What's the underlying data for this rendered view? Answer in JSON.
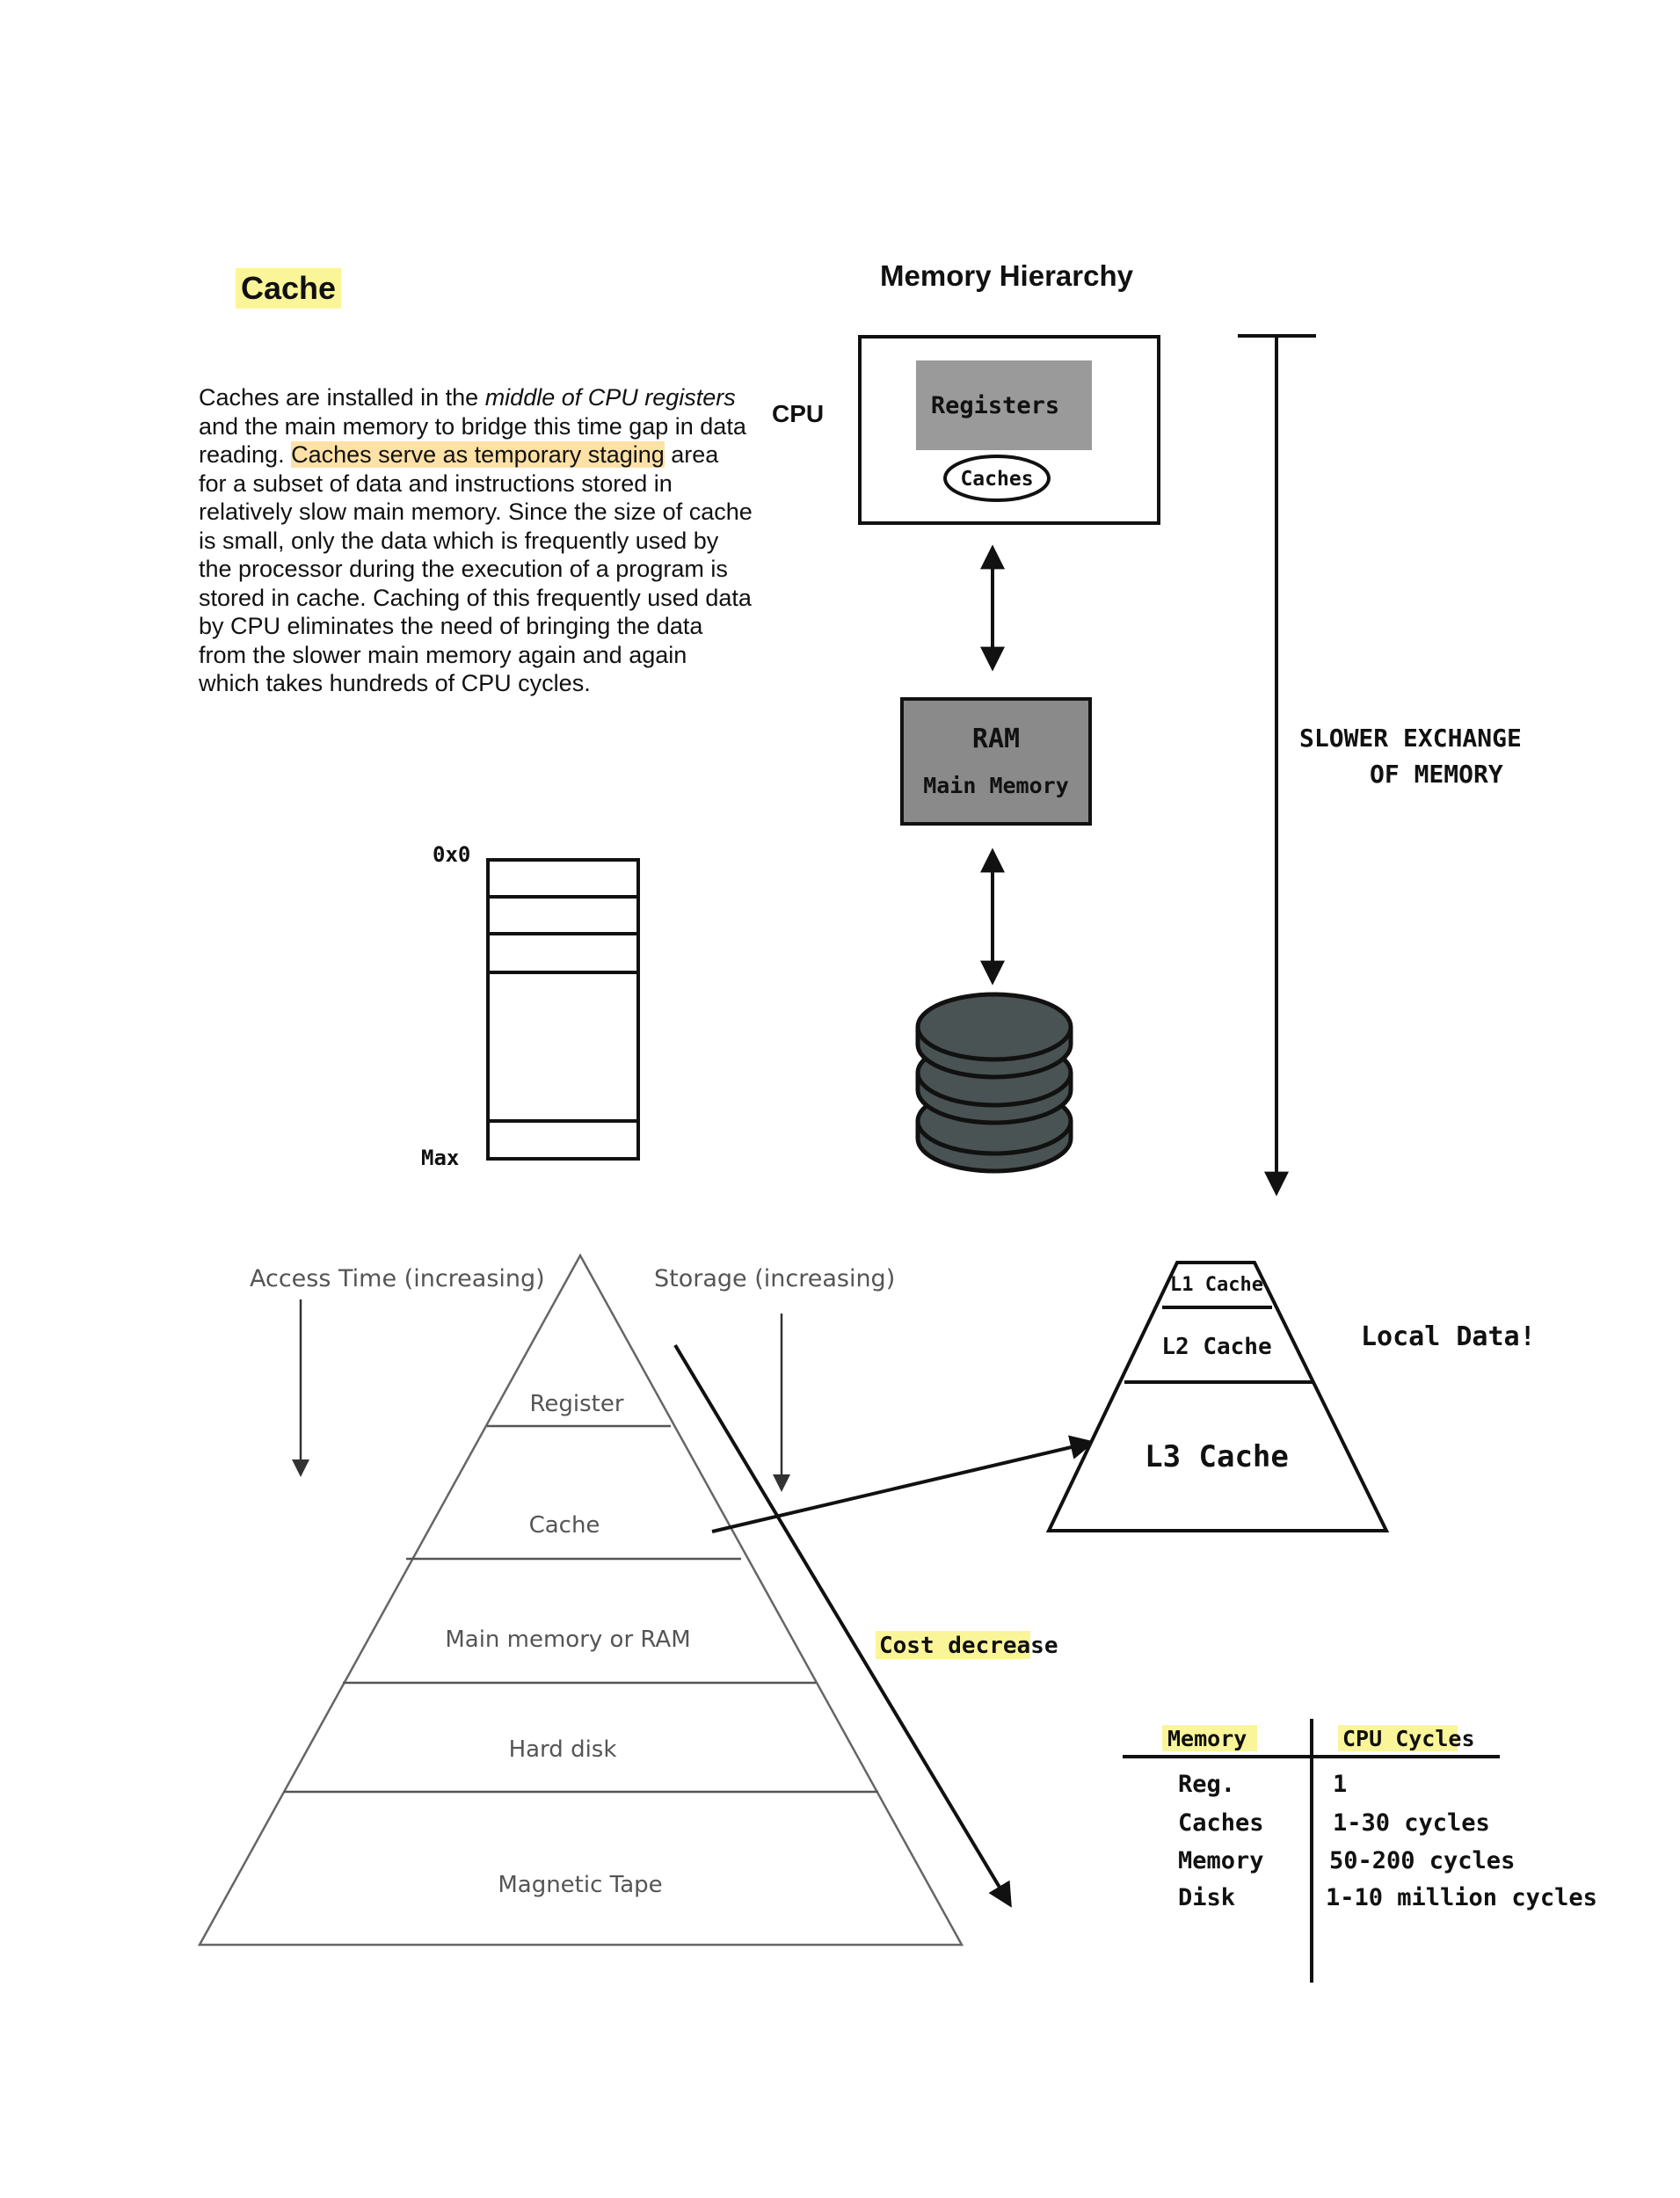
{
  "heading": "Cache",
  "paragraph": {
    "part1": "Caches are installed in the ",
    "italic": "middle of CPU registers",
    "part2": " and the main memory to bridge this time gap in data reading. ",
    "highlighted": "Caches serve as temporary staging",
    "part3": " area for a subset of data and instructions stored in relatively slow main memory. Since the size of cache is small, only the data which is frequently used by the processor during the execution of a program is stored in cache. Caching of this frequently used data by CPU eliminates the need of bringing the data from the slower main memory again and again which takes hundreds of CPU cycles."
  },
  "memory_hierarchy": {
    "title": "Memory Hierarchy",
    "cpu_label": "CPU",
    "registers": "Registers",
    "caches": "Caches",
    "ram": "RAM",
    "main_memory": "Main Memory",
    "slower_line1": "SLOWER EXCHANGE",
    "slower_line2": "OF MEMORY"
  },
  "address_table": {
    "top": "0x0",
    "bottom": "Max"
  },
  "pyramid": {
    "access_time": "Access Time (increasing)",
    "storage": "Storage (increasing)",
    "levels": [
      "Register",
      "Cache",
      "Main memory or RAM",
      "Hard disk",
      "Magnetic Tape"
    ],
    "cost": "Cost decrease"
  },
  "cache_pyramid": {
    "levels": [
      "L1 Cache",
      "L2 Cache",
      "L3 Cache"
    ],
    "note": "Local Data!"
  },
  "cycles_table": {
    "headers": [
      "Memory",
      "CPU Cycles"
    ],
    "rows": [
      [
        "Reg.",
        "1"
      ],
      [
        "Caches",
        "1-30 cycles"
      ],
      [
        "Memory",
        "50-200 cycles"
      ],
      [
        "Disk",
        "1-10 million cycles"
      ]
    ]
  },
  "colors": {
    "highlight_yellow": "#fbf59a",
    "highlight_orange": "#fde1a6",
    "registers_fill": "#9a9a9a",
    "ram_fill": "#8a8a8a",
    "disk_fill": "#4a5353"
  }
}
